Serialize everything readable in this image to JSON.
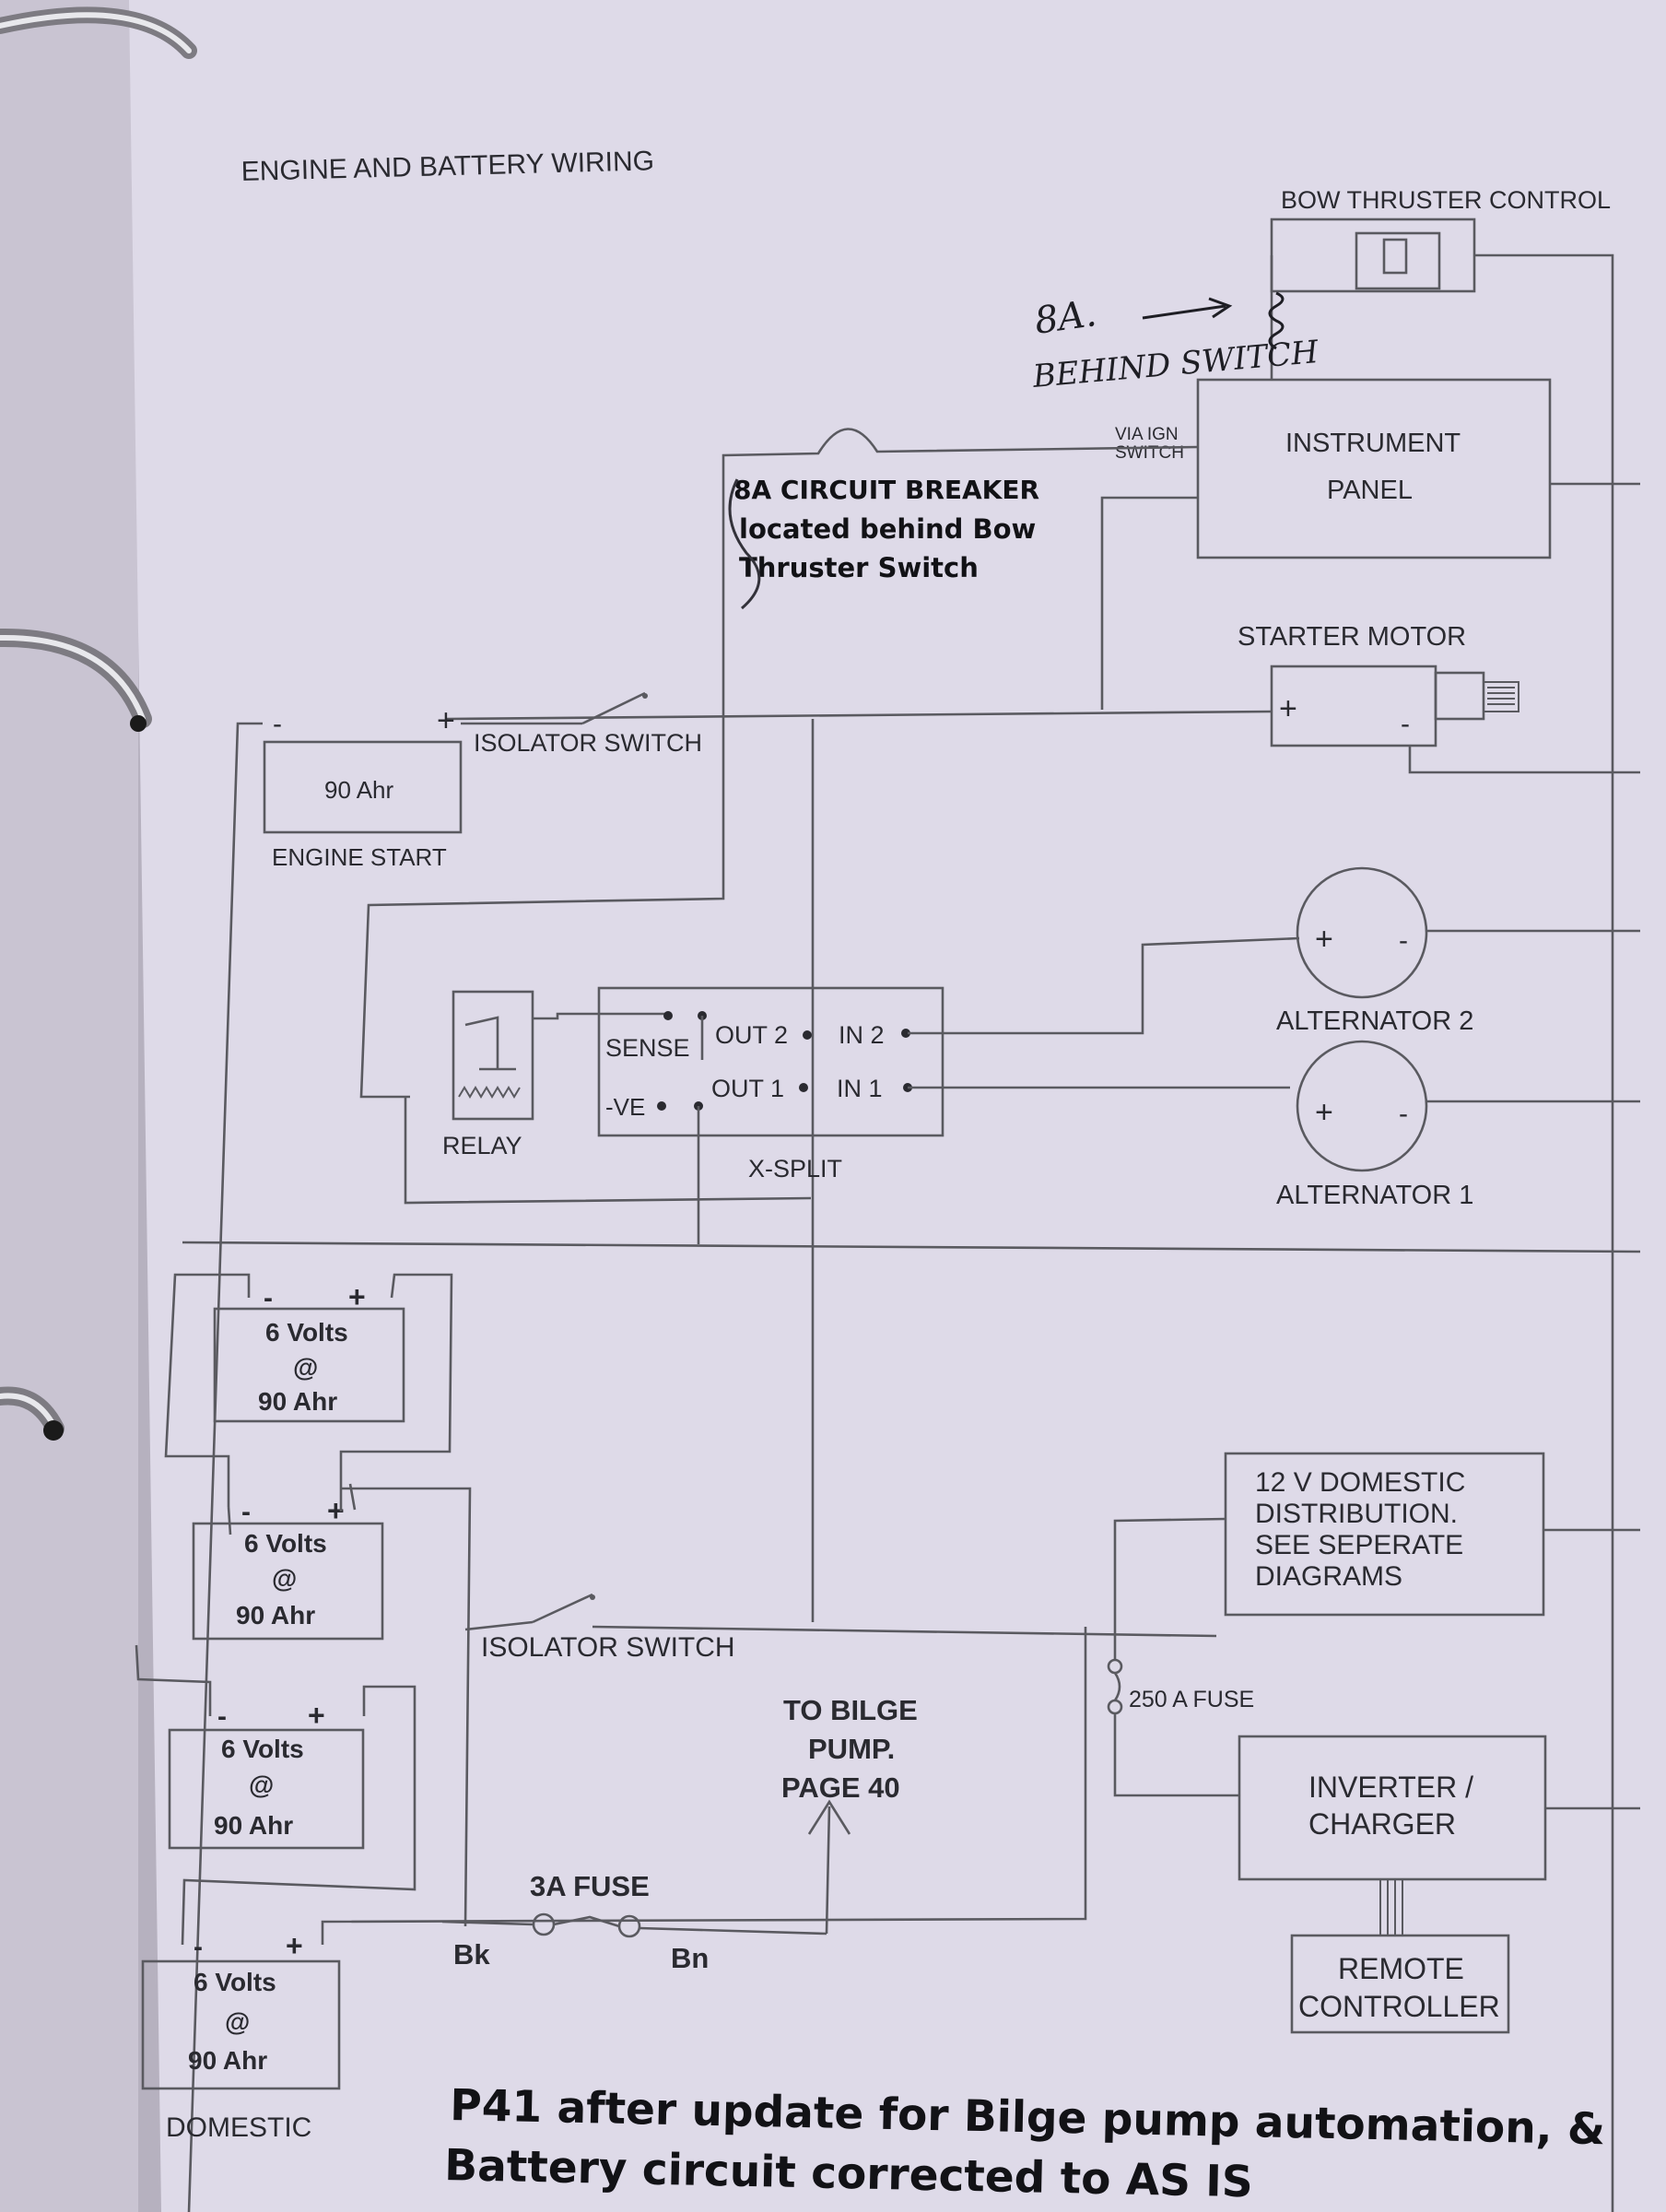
{
  "page": {
    "title": "ENGINE AND BATTERY WIRING",
    "annotation": {
      "line1": "P41 after update for Bilge pump automation, &",
      "line2": "Battery circuit corrected to AS IS"
    }
  },
  "handwriting": {
    "amps": "8A.",
    "behind_switch": "BEHIND SWITCH",
    "breaker_amps": "8A"
  },
  "components": {
    "bow_thruster_control": "BOW THRUSTER CONTROL",
    "instrument_panel_l1": "INSTRUMENT",
    "instrument_panel_l2": "PANEL",
    "via_ign_l1": "VIA IGN",
    "via_ign_l2": "SWITCH",
    "circuit_breaker_l1": "8A CIRCUIT BREAKER",
    "circuit_breaker_l2": "located behind Bow",
    "circuit_breaker_l3": "Thruster Switch",
    "starter_motor": "STARTER MOTOR",
    "isolator_switch_top": "ISOLATOR SWITCH",
    "isolator_switch_bottom": "ISOLATOR SWITCH",
    "engine_battery_capacity": "90 Ahr",
    "engine_start": "ENGINE START",
    "relay": "RELAY",
    "xsplit": {
      "name": "X-SPLIT",
      "sense": "SENSE",
      "ve": "-VE",
      "out2": "OUT 2",
      "out1": "OUT 1",
      "in2": "IN 2",
      "in1": "IN 1"
    },
    "alternator2": "ALTERNATOR 2",
    "alternator1": "ALTERNATOR 1",
    "domestic_distribution": [
      "12 V DOMESTIC",
      "DISTRIBUTION.",
      "SEE SEPERATE",
      "DIAGRAMS"
    ],
    "fuse_250": "250 A FUSE",
    "inverter_l1": "INVERTER /",
    "inverter_l2": "CHARGER",
    "remote_l1": "REMOTE",
    "remote_l2": "CONTROLLER",
    "bilge": [
      "TO BILGE",
      "PUMP.",
      "PAGE 40"
    ],
    "fuse_3a": "3A FUSE",
    "wire_bk": "Bk",
    "wire_bn": "Bn",
    "domestic": "DOMESTIC"
  },
  "batteries": [
    {
      "volts": "6 Volts",
      "at": "@",
      "capacity": "90 Ahr"
    },
    {
      "volts": "6 Volts",
      "at": "@",
      "capacity": "90 Ahr"
    },
    {
      "volts": "6 Volts",
      "at": "@",
      "capacity": "90 Ahr"
    },
    {
      "volts": "6 Volts",
      "at": "@",
      "capacity": "90 Ahr"
    }
  ],
  "symbols": {
    "plus": "+",
    "minus": "-"
  },
  "colors": {
    "paper": "#dcd8e6",
    "ink": "#2a2a30",
    "line": "#5a5a60"
  }
}
